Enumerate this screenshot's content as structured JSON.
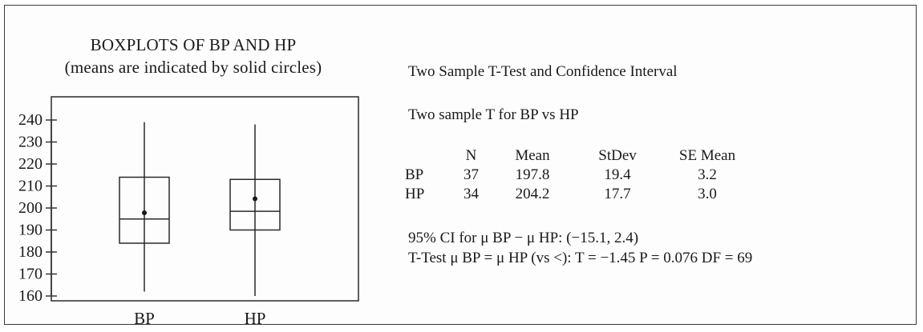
{
  "chart_data": {
    "type": "boxplot",
    "title": "BOXPLOTS OF BP AND HP",
    "subtitle": "(means are indicated by solid circles)",
    "ylim": [
      160,
      240
    ],
    "yticks": [
      160,
      170,
      180,
      190,
      200,
      210,
      220,
      230,
      240
    ],
    "categories": [
      "BP",
      "HP"
    ],
    "boxes": [
      {
        "category": "BP",
        "min": 162,
        "q1": 184,
        "median": 195,
        "q3": 214,
        "max": 239,
        "mean": 197.8
      },
      {
        "category": "HP",
        "min": 160,
        "q1": 190,
        "median": 198.5,
        "q3": 213,
        "max": 238,
        "mean": 204.2
      }
    ],
    "grid": false
  },
  "stats": {
    "title": "Two Sample T-Test and Confidence Interval",
    "subtitle": "Two sample T for BP vs HP",
    "headers": [
      "",
      "N",
      "Mean",
      "StDev",
      "SE Mean"
    ],
    "rows": [
      [
        "BP",
        "37",
        "197.8",
        "19.4",
        "3.2"
      ],
      [
        "HP",
        "34",
        "204.2",
        "17.7",
        "3.0"
      ]
    ],
    "ci_line": "95% CI for μ BP − μ HP:  (−15.1, 2.4)",
    "ttest_line": "T-Test μ BP = μ HP (vs <):  T = −1.45  P = 0.076  DF = 69"
  }
}
